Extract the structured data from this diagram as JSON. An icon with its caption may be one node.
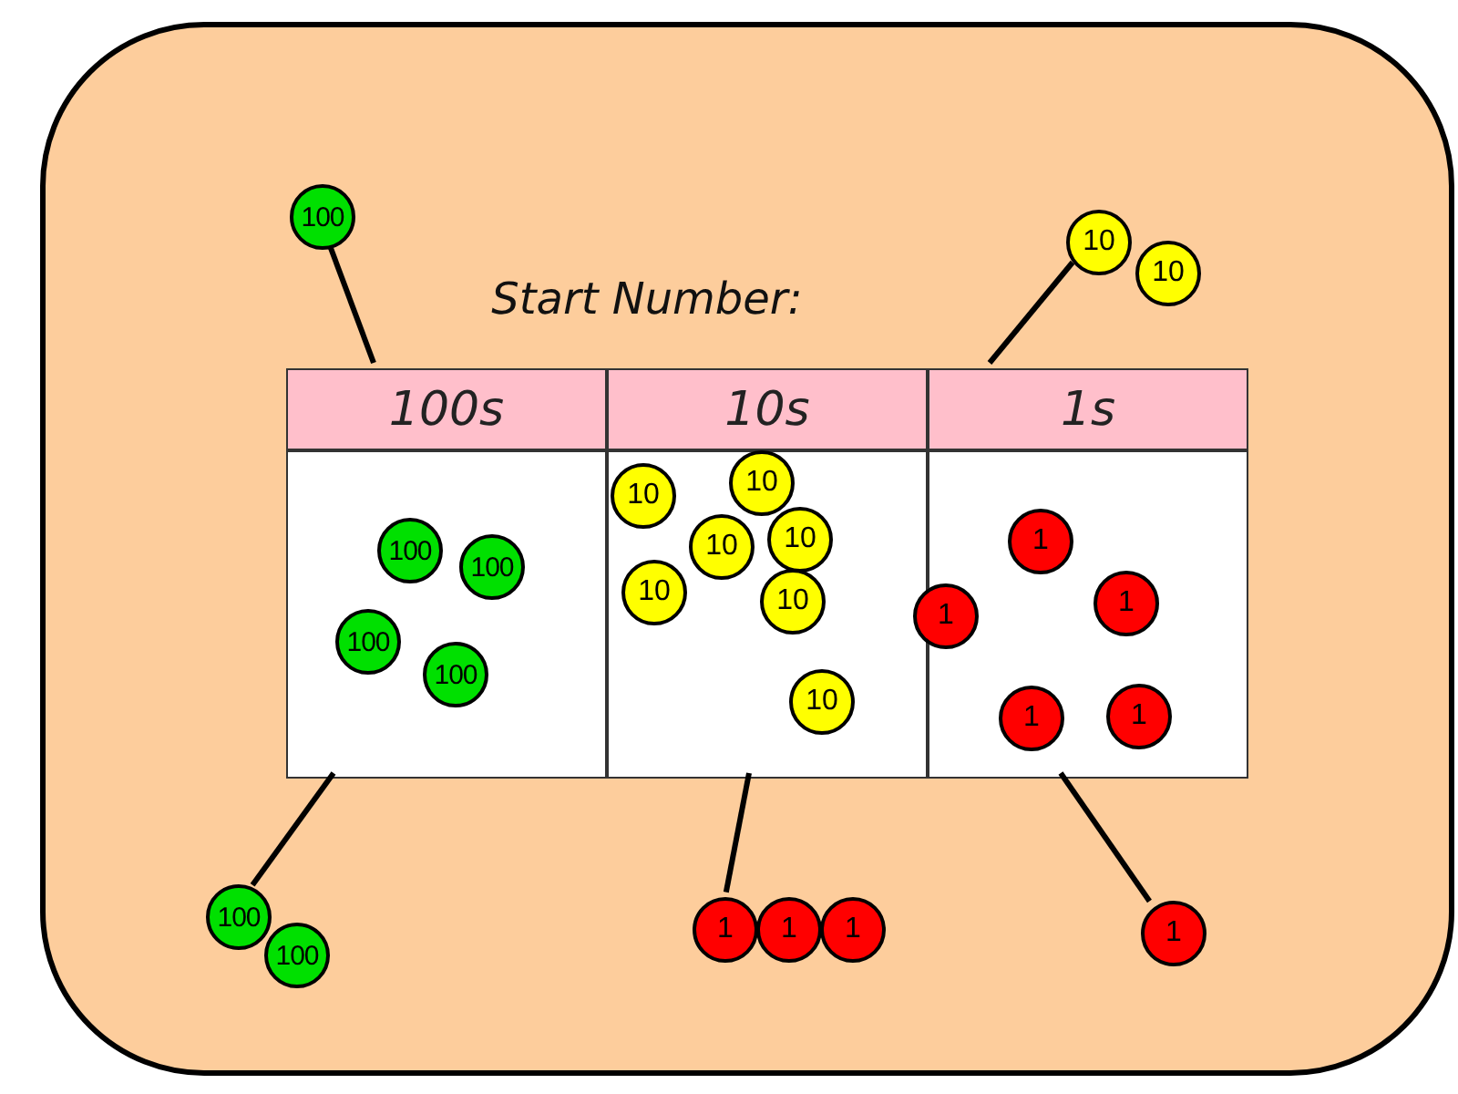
{
  "diagram": {
    "nodes": [
      {
        "text": [],
        "shape": "box"
      },
      {
        "text": [
          "100s"
        ],
        "in": 0
      },
      {
        "text": [
          "10s"
        ],
        "in": 0
      },
      {
        "text": [
          "1s"
        ],
        "in": 0
      },
      {
        "text": [],
        "shape": "box",
        "in": 0
      },
      {
        "text": [],
        "shape": "box",
        "in": 0
      },
      {
        "text": [],
        "shape": "box",
        "in": 0
      },
      {
        "text": [
          "100"
        ],
        "in": 0
      },
      {
        "text": [
          "10"
        ],
        "in": 0
      },
      {
        "text": [
          "10"
        ],
        "in": 0
      },
      {
        "text": [
          "100"
        ],
        "in": 4
      },
      {
        "text": [
          "100"
        ],
        "in": 4
      },
      {
        "text": [
          "100"
        ],
        "in": 4
      },
      {
        "text": [
          "100"
        ],
        "in": 4
      },
      {
        "text": [
          "10"
        ],
        "in": 5
      },
      {
        "text": [
          "10"
        ],
        "in": 5
      },
      {
        "text": [
          "10"
        ],
        "in": 5
      },
      {
        "text": [
          "10"
        ],
        "in": 5
      },
      {
        "text": [
          "10"
        ],
        "in": 5
      },
      {
        "text": [
          "10"
        ],
        "in": 5
      },
      {
        "text": [
          "10"
        ],
        "in": 5
      },
      {
        "text": [
          "1"
        ],
        "in": 6
      },
      {
        "text": [
          "1"
        ],
        "in": 0
      },
      {
        "text": [
          "1"
        ],
        "in": 6
      },
      {
        "text": [
          "1"
        ],
        "in": 6
      },
      {
        "text": [
          "1"
        ],
        "in": 6
      },
      {
        "text": [
          "100"
        ],
        "in": 0
      },
      {
        "text": [
          "100"
        ],
        "in": 0
      },
      {
        "text": [
          "1"
        ],
        "in": 0
      },
      {
        "text": [
          "1"
        ],
        "in": 0
      },
      {
        "text": [
          "1"
        ],
        "in": 0
      },
      {
        "text": [
          "1"
        ],
        "in": 0
      }
    ],
    "edges": [
      {
        "from": 7,
        "to": 1,
        "arrow": "none"
      },
      {
        "from": 8,
        "to": 3,
        "arrow": "none"
      },
      {
        "from": 26,
        "to": 4,
        "arrow": "none"
      },
      {
        "from": 28,
        "to": 5,
        "arrow": "none"
      },
      {
        "from": 31,
        "to": 6,
        "arrow": "none"
      }
    ],
    "labels": [
      "Start Number:"
    ]
  }
}
